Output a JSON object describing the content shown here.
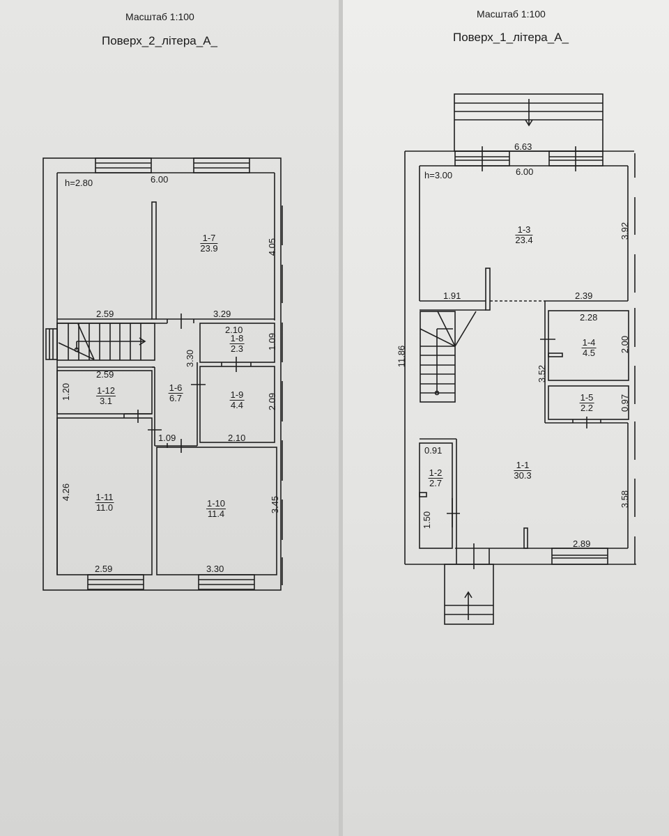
{
  "plans": [
    {
      "scale": "Масштаб 1:100",
      "floor_title": "Поверх_2_літера_А_",
      "floor_number": "2",
      "letter": "А",
      "height": "h=2.80",
      "outer_width": "6.00",
      "rooms": [
        {
          "id": "1-7",
          "area": "23.9"
        },
        {
          "id": "1-8",
          "area": "2.3"
        },
        {
          "id": "1-9",
          "area": "4.4"
        },
        {
          "id": "1-6",
          "area": "6.7"
        },
        {
          "id": "1-12",
          "area": "3.1"
        },
        {
          "id": "1-11",
          "area": "11.0"
        },
        {
          "id": "1-10",
          "area": "11.4"
        }
      ],
      "dimensions": {
        "d_259_top": "2.59",
        "d_329": "3.29",
        "d_405": "4.05",
        "d_210_a": "2.10",
        "d_109_a": "1.09",
        "d_330_v": "3.30",
        "d_259_mid": "2.59",
        "d_120": "1.20",
        "d_209": "2.09",
        "d_210_b": "2.10",
        "d_109_b": "1.09",
        "d_426": "4.26",
        "d_345": "3.45",
        "d_259_bot": "2.59",
        "d_330_bot": "3.30"
      }
    },
    {
      "scale": "Масштаб 1:100",
      "floor_title": "Поверх_1_літера_А_",
      "floor_number": "1",
      "letter": "А",
      "height": "h=3.00",
      "outer_width": "6.63",
      "inner_width": "6.00",
      "rooms": [
        {
          "id": "1-3",
          "area": "23.4"
        },
        {
          "id": "1-4",
          "area": "4.5"
        },
        {
          "id": "1-5",
          "area": "2.2"
        },
        {
          "id": "1-1",
          "area": "30.3"
        },
        {
          "id": "1-2",
          "area": "2.7"
        }
      ],
      "dimensions": {
        "d_392": "3.92",
        "d_191": "1.91",
        "d_239": "2.39",
        "d_1186": "11.86",
        "d_228": "2.28",
        "d_200": "2.00",
        "d_352": "3.52",
        "d_097": "0.97",
        "d_091": "0.91",
        "d_150": "1.50",
        "d_358": "3.58",
        "d_289": "2.89"
      }
    }
  ]
}
